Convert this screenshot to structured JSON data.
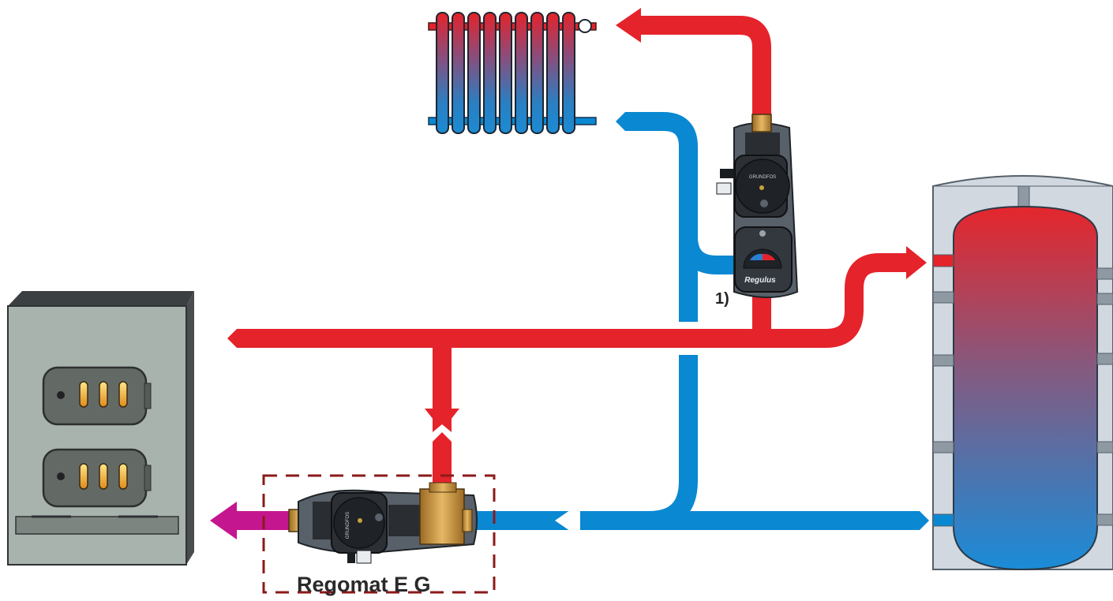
{
  "labels": {
    "footnote_marker": "1)",
    "module_name": "Regomat E G"
  },
  "colors": {
    "hot": "#e5232b",
    "cold": "#0a88d2",
    "outlet": "#c4168f",
    "dashed_box": "#8b1a1a"
  },
  "pump_logo_text": "GRUNDFOS",
  "valve_logo_text": "Regulus",
  "components": [
    "radiator",
    "boiler",
    "storage-tank",
    "mixing-pump-unit",
    "regomat-e-g-pump-unit"
  ]
}
